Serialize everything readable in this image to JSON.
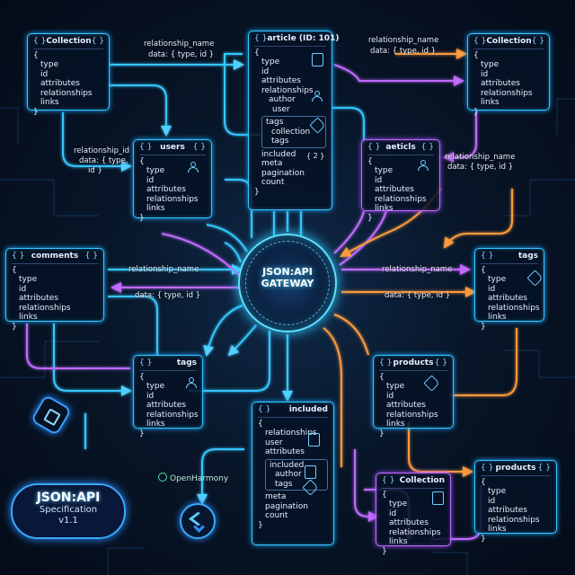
{
  "gateway": {
    "line1": "JSON:API",
    "line2": "GATEWAY"
  },
  "nodes": {
    "collection_tl": {
      "brace_left": "{ }",
      "title": "Collection",
      "brace_right": "{ }",
      "open": "{",
      "fields": [
        "type",
        "id",
        "attributes",
        "relationships",
        "links"
      ],
      "close": "}"
    },
    "article": {
      "brace_left": "{ }",
      "title": "article (ID: 101)",
      "open": "{",
      "fields_top": [
        "type",
        "id",
        "attributes",
        "relationships"
      ],
      "rel_sub": [
        "author",
        "user"
      ],
      "tags_label": "tags",
      "tags_sub": [
        "collection",
        "tags"
      ],
      "fields_bottom": [
        "included",
        "meta",
        "pagination",
        "count"
      ],
      "close": "}",
      "count_value": "{ 2 }"
    },
    "collection_tr": {
      "brace_left": "{ }",
      "title": "Collection",
      "brace_right": "{ }",
      "open": "{",
      "fields": [
        "type",
        "id",
        "attributes",
        "relationships",
        "links"
      ],
      "close": "}"
    },
    "users": {
      "brace_left": "{ }",
      "title": "users",
      "brace_right": "{ }",
      "open": "{",
      "fields": [
        "type",
        "id",
        "attributes",
        "relationships",
        "links"
      ],
      "close": "}"
    },
    "aeticls": {
      "brace_left": "{ }",
      "title": "aeticls",
      "brace_right": "{ }",
      "open": "{",
      "fields": [
        "type",
        "id",
        "attributes",
        "relationships",
        "links"
      ],
      "close": "}"
    },
    "comments": {
      "brace_left": "{ }",
      "title": "comments",
      "brace_right": "{ }",
      "open": "{",
      "fields": [
        "type",
        "id",
        "attributes",
        "relationships",
        "links"
      ],
      "close": "}"
    },
    "tags_right": {
      "brace_left": "{ }",
      "title": "tags",
      "open": "{",
      "fields": [
        "type",
        "id",
        "attributes",
        "relationships",
        "links"
      ],
      "close": "}"
    },
    "tags_left": {
      "brace_left": "{ }",
      "title": "tags",
      "open": "{",
      "fields": [
        "type",
        "id",
        "attributes",
        "relationships",
        "links"
      ],
      "close": "}"
    },
    "products_mid": {
      "brace_left": "{ }",
      "title": "products",
      "brace_right": "{ }",
      "open": "{",
      "fields": [
        "type",
        "id",
        "attributes",
        "relationships",
        "links"
      ],
      "close": "}"
    },
    "included": {
      "brace_left": "{ }",
      "title": "included",
      "open": "{",
      "fields_top": [
        "relationships",
        "user",
        "attributes"
      ],
      "sub_label": "included",
      "sub": [
        "author",
        "tags"
      ],
      "fields_bottom": [
        "meta",
        "pagination",
        "count"
      ],
      "close": "}"
    },
    "collection_bottom": {
      "brace_left": "{ }",
      "title": "Collection",
      "open": "{",
      "fields": [
        "type",
        "id",
        "attributes",
        "relationships",
        "links"
      ],
      "close": "}"
    },
    "products_br": {
      "brace_left": "{ }",
      "title": "products",
      "brace_right": "{ }",
      "open": "{",
      "fields": [
        "type",
        "id",
        "attributes",
        "relationships",
        "links"
      ],
      "close": "}"
    }
  },
  "edge_labels": {
    "top_left_name": "relationship_name",
    "top_left_data": "data: { type, id }",
    "top_right_name": "relationship_name",
    "top_right_data": "data: { type, id }",
    "rel_id_1": "relationship_id",
    "rel_id_2": "data: { type,",
    "rel_id_3": "id }",
    "right_rel_1": "relationship_name",
    "right_rel_2": "data: { type, id }",
    "mid_left_name": "relationship_name",
    "mid_left_data": "data: { type, id }",
    "mid_right_name": "relationship_name",
    "mid_right_data": "data: { type, id }"
  },
  "branding": {
    "spec_title": "JSON:API",
    "spec_sub1": "Specification",
    "spec_sub2": "v1.1",
    "openharmony": "OpenHarmony"
  },
  "colors": {
    "cyan": "#35c6ff",
    "purple": "#c06bff",
    "orange": "#ff9b3d",
    "background": "#061224"
  }
}
